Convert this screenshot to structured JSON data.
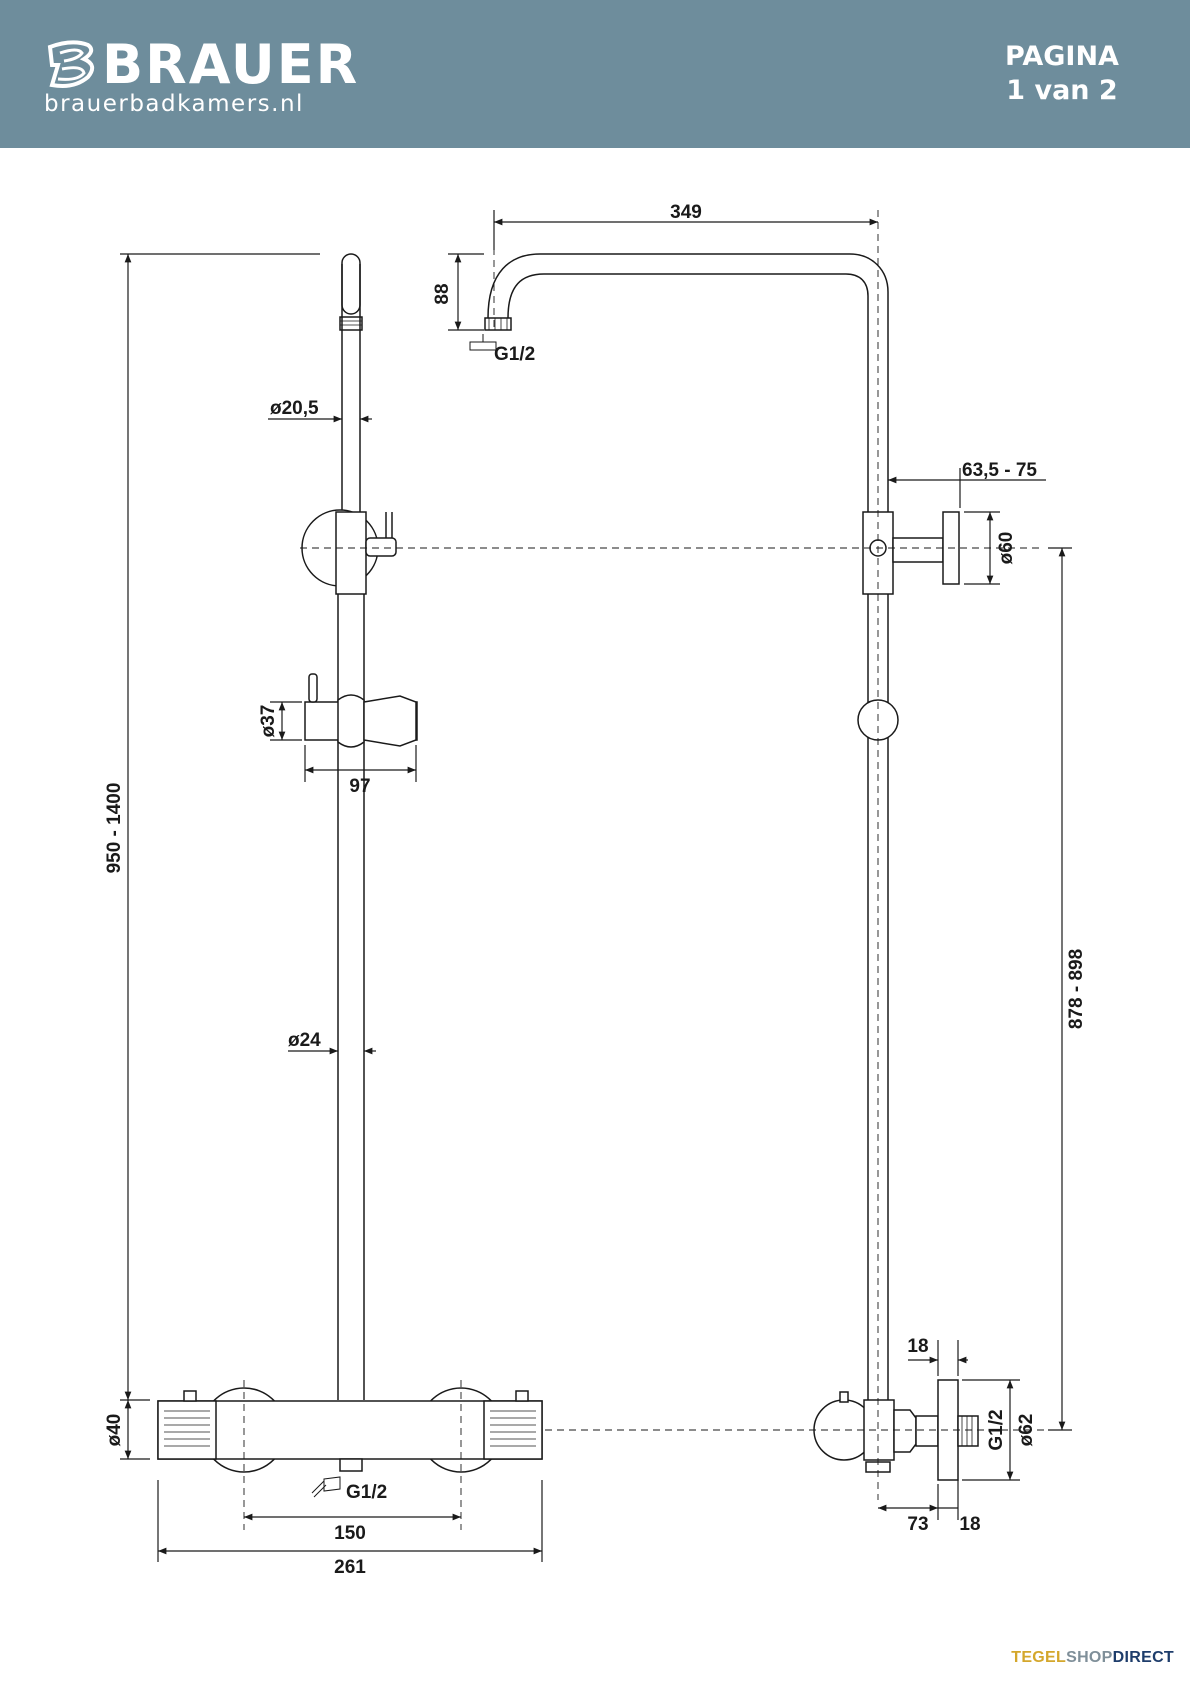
{
  "header": {
    "brand_name": "BRAUER",
    "brand_url": "brauerbadkamers.nl",
    "page_label": "PAGINA",
    "page_number": "1 van 2",
    "background_color": "#6e8d9c"
  },
  "dimensions": {
    "top_arm_length": "349",
    "arm_drop": "88",
    "head_thread": "G1/2",
    "upper_bar_diameter": "ø20,5",
    "wall_offset": "63,5 - 75",
    "bracket_diameter": "ø60",
    "holder_diameter": "ø37",
    "holder_width": "97",
    "total_height": "950 - 1400",
    "lower_bar_diameter": "ø24",
    "inlet_spacing_height": "878 - 898",
    "thermostat_diameter": "ø40",
    "outlet_thread": "G1/2",
    "inlet_center_distance": "150",
    "thermostat_width": "261",
    "connector_flange": "18",
    "side_thread": "G1/2",
    "rosette_diameter": "ø62",
    "side_depth": "73",
    "side_flange": "18"
  },
  "footer": {
    "part1": "TEGEL",
    "part2": "SHOP",
    "part3": "DIRECT"
  }
}
